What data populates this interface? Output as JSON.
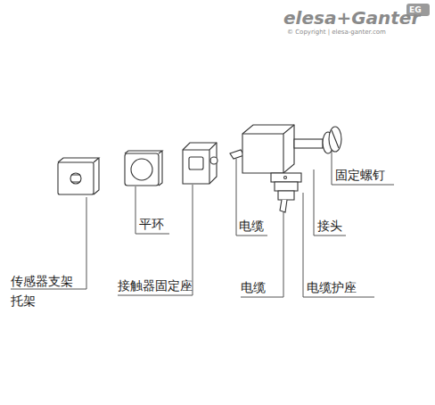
{
  "diagram": {
    "labels": [
      "elesa+Ganter",
      "© Copyright | elesa-ganter.com",
      "EG",
      "传感器支架 托架",
      "平环",
      "接触器固定座",
      "电缆",
      "固定螺钉",
      "接头",
      "电缆",
      "电缆护座"
    ]
  }
}
